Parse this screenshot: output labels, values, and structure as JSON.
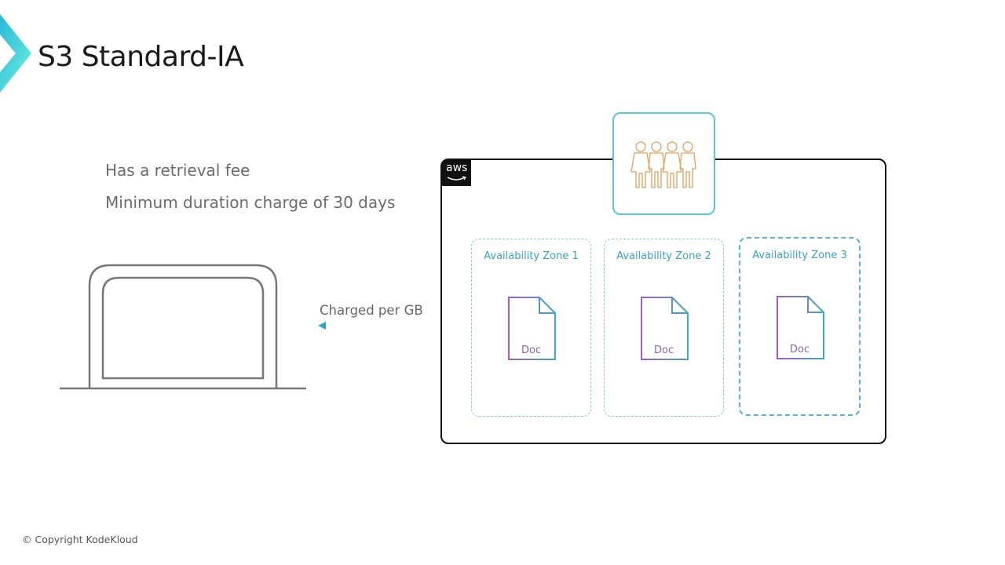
{
  "slide": {
    "title": "S3 Standard-IA",
    "bullets": [
      "Has a retrieval fee",
      "Minimum duration charge of 30 days"
    ],
    "copyright": "© Copyright KodeKloud"
  },
  "diagram": {
    "cloud_logo_text": "aws",
    "users_icon": "users-group-icon",
    "transfer_label": "Charged per GB",
    "availability_zones": [
      {
        "label": "Availability Zone 1",
        "doc_label": "Doc"
      },
      {
        "label": "Availability Zone 2",
        "doc_label": "Doc"
      },
      {
        "label": "Availability Zone 3",
        "doc_label": "Doc"
      }
    ],
    "client_icon": "laptop-icon",
    "colors": {
      "accent_teal": "#4fd1d9",
      "az_border": "#4aa8d0",
      "doc_purple": "#9b59c9",
      "users_orange": "#e0a060"
    }
  }
}
